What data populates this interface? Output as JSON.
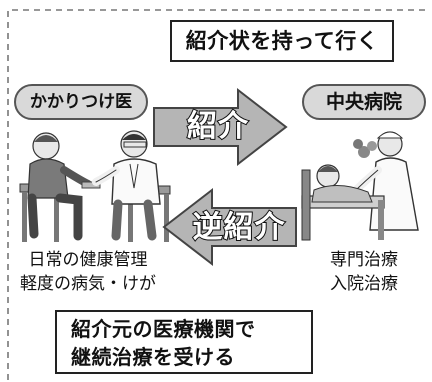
{
  "top_banner": "紹介状を持って行く",
  "bottom_banner": {
    "line1": "紹介元の医療機関で",
    "line2": "継続治療を受ける"
  },
  "left_party": {
    "name": "かかりつけ医",
    "caption_line1": "日常の健康管理",
    "caption_line2": "軽度の病気・けが"
  },
  "right_party": {
    "name": "中央病院",
    "caption_line1": "専門治療",
    "caption_line2": "入院治療"
  },
  "arrows": {
    "forward": "紹介",
    "reverse": "逆紹介"
  }
}
